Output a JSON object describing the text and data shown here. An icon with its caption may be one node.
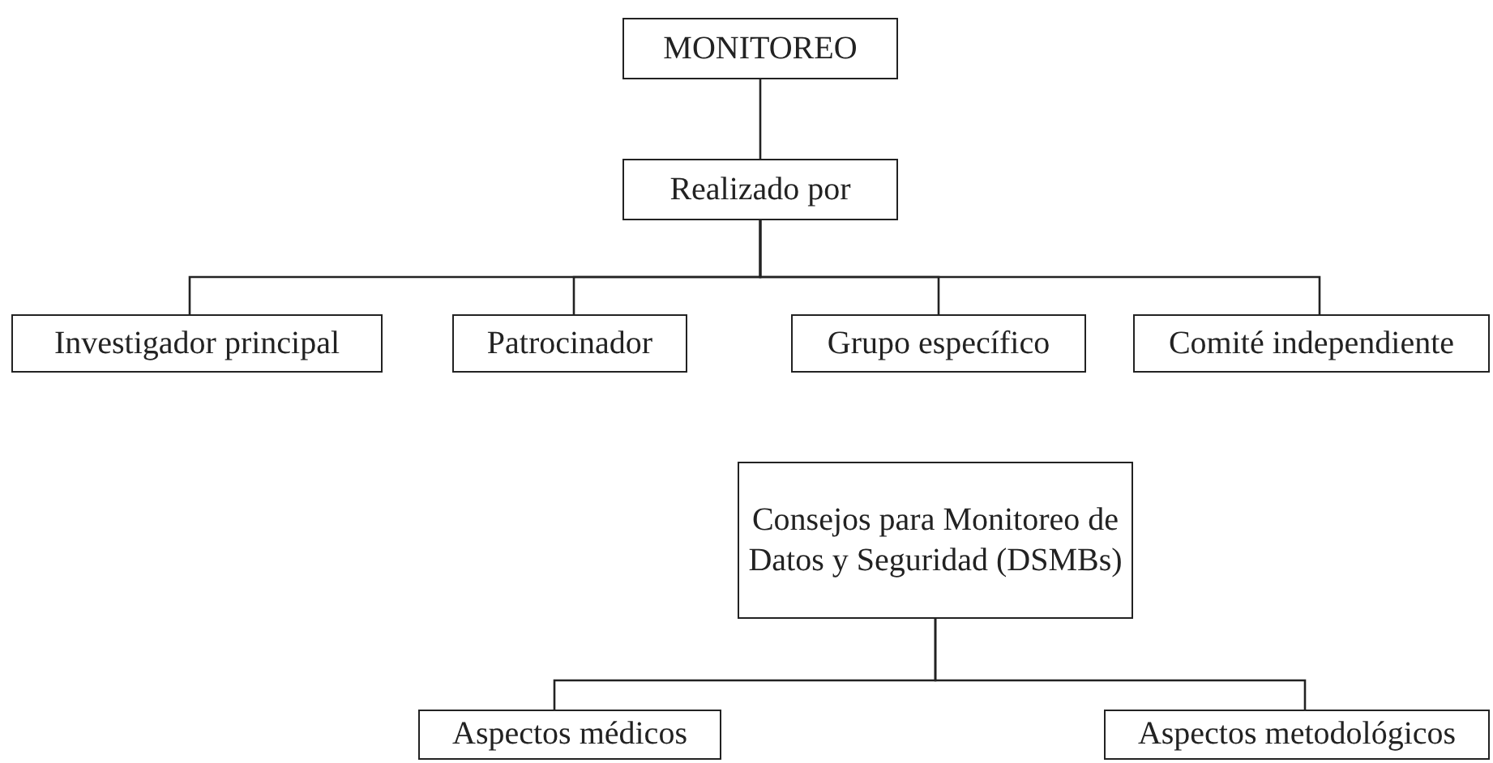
{
  "diagram": {
    "nodes": [
      {
        "text": [
          "MONITOREO"
        ]
      },
      {
        "text": [
          "Realizado por"
        ]
      },
      {
        "text": [
          "Investigador principal"
        ]
      },
      {
        "text": [
          "Patrocinador"
        ]
      },
      {
        "text": [
          "Grupo específico"
        ]
      },
      {
        "text": [
          "Comité independiente"
        ]
      },
      {
        "text": [
          "Consejos para Monitoreo de Datos y Seguridad (DSMBs)"
        ]
      },
      {
        "text": [
          "Aspectos médicos"
        ]
      },
      {
        "text": [
          "Aspectos metodológicos"
        ]
      }
    ],
    "edges": [
      {
        "from": 0,
        "to": 1,
        "arrow": "none"
      },
      {
        "from": 1,
        "to": 2,
        "arrow": "none"
      },
      {
        "from": 1,
        "to": 3,
        "arrow": "none"
      },
      {
        "from": 1,
        "to": 4,
        "arrow": "none"
      },
      {
        "from": 1,
        "to": 5,
        "arrow": "none"
      },
      {
        "from": 6,
        "to": 7,
        "arrow": "none"
      },
      {
        "from": 6,
        "to": 8,
        "arrow": "none"
      }
    ]
  }
}
